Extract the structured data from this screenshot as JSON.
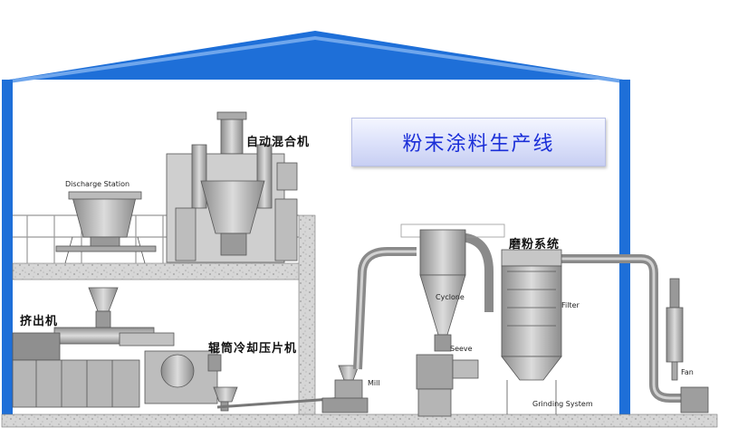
{
  "title": "粉末涂料生产线",
  "labels": {
    "auto_mixer": "自动混合机",
    "discharge_station": "Discharge Station",
    "extruder": "挤出机",
    "cooling": "辊筒冷却压片机",
    "grinding": "磨粉系统",
    "cyclone": "Cyclone",
    "seeve": "Seeve",
    "mill": "Mill",
    "filter": "Filter",
    "grinding_system": "Grinding System",
    "fan": "Fan"
  },
  "colors": {
    "roof": "#1e6fd8",
    "wall": "#1e6fd8",
    "title_text": "#1b2fd8",
    "machine": "#9c9c9c",
    "floor": "#c8c8c8"
  }
}
